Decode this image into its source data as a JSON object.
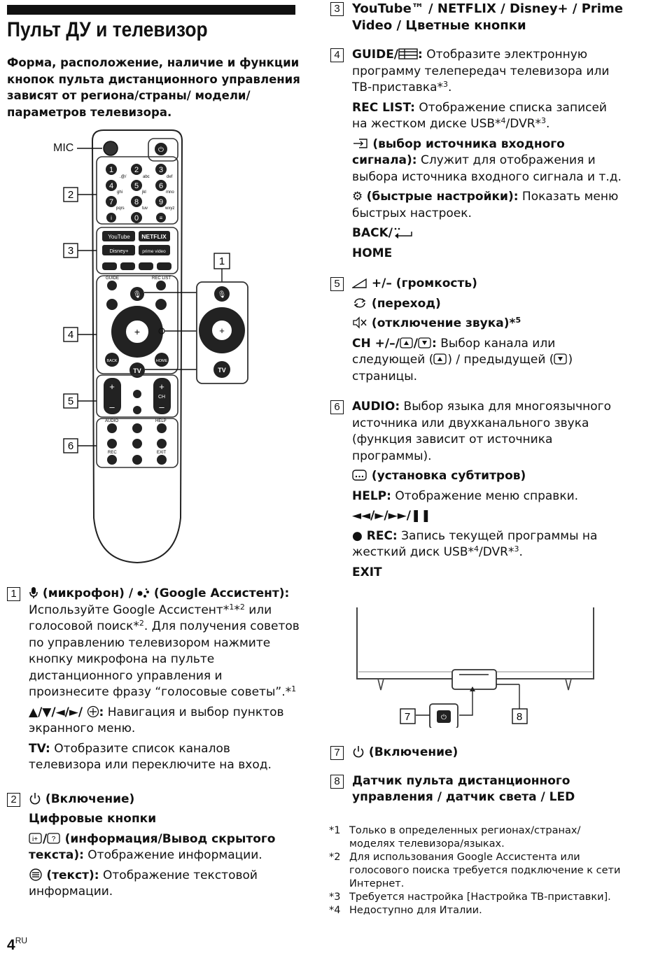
{
  "header": {
    "title": "Пульт ДУ и телевизор",
    "subtitle": "Форма, расположение, наличие и функции кнопок пульта дистанционного управления зависят от региона/страны/ модели/параметров телевизора."
  },
  "remote": {
    "mic_label": "MIC",
    "callouts": [
      "1",
      "2",
      "3",
      "4",
      "5",
      "6"
    ],
    "keys": [
      "1",
      "2",
      "3",
      "4",
      "5",
      "6",
      "7",
      "8",
      "9",
      "0"
    ],
    "key_letters": [
      ".@/",
      "abc",
      "def",
      "ghi",
      "jkl",
      "mno",
      "pqrs",
      "tuv",
      "wxyz"
    ],
    "streaming": [
      "YouTube",
      "NETFLIX",
      "Disney+",
      "prime video"
    ],
    "labels": {
      "guide": "GUIDE",
      "rec_list": "REC LIST",
      "back": "BACK",
      "home": "HOME",
      "tv": "TV",
      "ch": "CH",
      "audio": "AUDIO",
      "help": "HELP",
      "rec": "REC",
      "exit": "EXIT"
    }
  },
  "tv_diagram": {
    "callouts": [
      "7",
      "8"
    ]
  },
  "sections": {
    "s1": {
      "num": "1",
      "mic_title": "(микрофон) /",
      "ga_title": "(Google Ассистент):",
      "p1_a": "Используйте Google Ассистент*",
      "p1_sup1": "1",
      "p1_b": "*",
      "p1_sup2": "2",
      "p1_c": " или голосовой поиск*",
      "p1_sup3": "2",
      "p1_d": ". Для получения советов по управлению телевизором нажмите кнопку микрофона на пульте дистанционного управления и произнесите фразу “голосовые советы”.*",
      "p1_sup4": "1",
      "nav_keys": "▲/▼/◄/►/",
      "nav_text": "Навигация и выбор пунктов экранного меню.",
      "tv_key": "TV:",
      "tv_text": "Отобразите список каналов телевизора или переключите на вход."
    },
    "s2": {
      "num": "2",
      "power": "(Включение)",
      "digits": "Цифровые кнопки",
      "info_title": "(информация/Вывод скрытого текста):",
      "info_text": "Отображение информации.",
      "text_title": "(текст):",
      "text_text": "Отображение текстовой информации."
    },
    "s3": {
      "num": "3",
      "title": "YouTube™ / NETFLIX / Disney+ / Prime Video / Цветные кнопки"
    },
    "s4": {
      "num": "4",
      "guide_key": "GUIDE/",
      "guide_text": "Отобразите электронную программу телепередач телевизора или ТВ-приставка*",
      "guide_sup": "3",
      "rec_key": "REC LIST:",
      "rec_text_a": "Отображение списка записей на жестком диске USB*",
      "rec_sup1": "4",
      "rec_text_b": "/DVR*",
      "rec_sup2": "3",
      "input_title": "(выбор источника входного сигнала):",
      "input_text": "Служит для отображения и выбора источника входного сигнала и т.д.",
      "quick_title": "(быстрые настройки):",
      "quick_text": "Показать меню быстрых настроек.",
      "back": "BACK/",
      "home": "HOME"
    },
    "s5": {
      "num": "5",
      "vol": "+/– (громкость)",
      "jump": "(переход)",
      "mute": "(отключение звука)*",
      "mute_sup": "5",
      "ch_key": "CH +/–/",
      "ch_text_a": "Выбор канала или следующей (",
      "ch_text_b": ") / предыдущей (",
      "ch_text_c": ") страницы."
    },
    "s6": {
      "num": "6",
      "audio_key": "AUDIO:",
      "audio_text": "Выбор языка для многоязычного источника или двухканального звука (функция зависит от источника программы).",
      "sub_title": "(установка субтитров)",
      "help_key": "HELP:",
      "help_text": "Отображение меню справки.",
      "media": "◄◄/►/►►/❚❚",
      "rec_key": "● REC:",
      "rec_text_a": "Запись текущей программы на жесткий диск USB*",
      "rec_sup1": "4",
      "rec_text_b": "/DVR*",
      "rec_sup2": "3",
      "exit": "EXIT"
    },
    "s7": {
      "num": "7",
      "title": "(Включение)"
    },
    "s8": {
      "num": "8",
      "title": "Датчик пульта дистанционного управления / датчик света / LED"
    }
  },
  "footnotes": [
    {
      "mark": "*1",
      "text": "Только в определенных регионах/странах/ моделях телевизора/языках."
    },
    {
      "mark": "*2",
      "text": "Для использования Google Ассистента или голосового поиска требуется подключение к сети Интернет."
    },
    {
      "mark": "*3",
      "text": "Требуется настройка [Настройка ТВ-приставки]."
    },
    {
      "mark": "*4",
      "text": "Недоступно для Италии."
    }
  ],
  "page": {
    "number": "4",
    "lang": "RU"
  }
}
